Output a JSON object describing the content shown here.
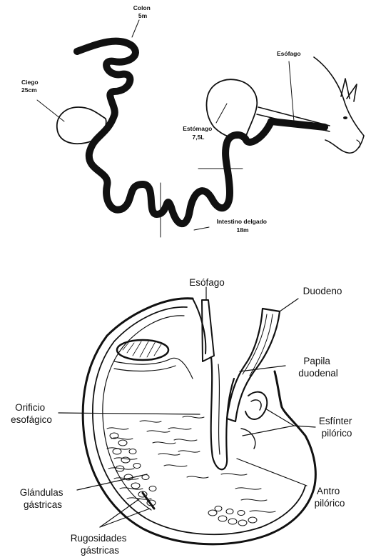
{
  "top_diagram": {
    "labels": {
      "colon": [
        "Colon",
        "5m"
      ],
      "ciego": [
        "Ciego",
        "25cm"
      ],
      "esofago": [
        "Esófago"
      ],
      "estomago": [
        "Estómago",
        "7,5L"
      ],
      "intestino": [
        "Intestino delgado",
        "18m"
      ]
    }
  },
  "bottom_diagram": {
    "labels": {
      "esofago": [
        "Esófago"
      ],
      "duodeno": [
        "Duodeno"
      ],
      "papila": [
        "Papila",
        "duodenal"
      ],
      "orificio": [
        "Orificio",
        "esofágico"
      ],
      "esfinter": [
        "Esfínter",
        "pilórico"
      ],
      "glandulas": [
        "Glándulas",
        "gástricas"
      ],
      "antro": [
        "Antro",
        "pilórico"
      ],
      "rugosidades": [
        "Rugosidades",
        "gástricas"
      ]
    }
  }
}
